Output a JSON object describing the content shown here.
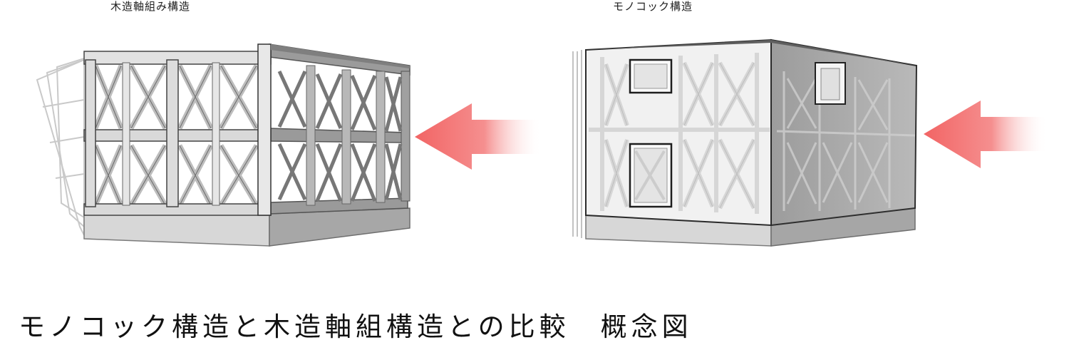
{
  "diagram": {
    "left_panel": {
      "label": "木造軸組み構造"
    },
    "right_panel": {
      "label": "モノコック構造"
    },
    "caption": "モノコック構造と木造軸組構造との比較　概念図",
    "colors": {
      "arrow": "#f47a7a",
      "frame_light": "#e4e4e4",
      "frame_mid": "#c8c8c8",
      "frame_dark": "#8e8e8e",
      "panel_face": "#f2f2f2",
      "panel_side": "#a9a9a9",
      "outline": "#2b2b2b"
    },
    "icons": [
      "force-arrow",
      "timber-frame-house",
      "monocoque-house"
    ]
  }
}
